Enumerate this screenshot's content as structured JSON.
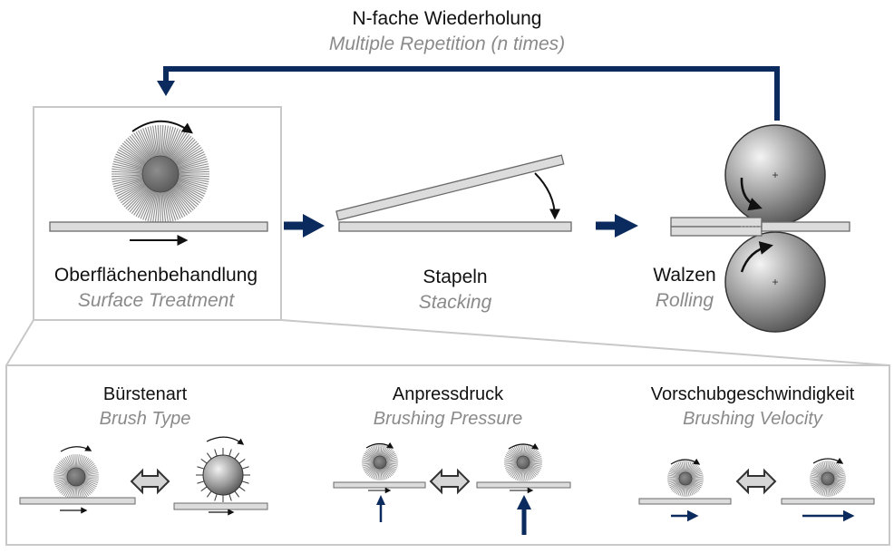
{
  "top": {
    "title_de": "N-fache Wiederholung",
    "title_en": "Multiple Repetition (n times)"
  },
  "steps": [
    {
      "de": "Oberflächenbehandlung",
      "en": "Surface Treatment"
    },
    {
      "de": "Stapeln",
      "en": "Stacking"
    },
    {
      "de": "Walzen",
      "en": "Rolling"
    }
  ],
  "params": [
    {
      "de": "Bürstenart",
      "en": "Brush Type"
    },
    {
      "de": "Anpressdruck",
      "en": "Brushing Pressure"
    },
    {
      "de": "Vorschubgeschwindigkeit",
      "en": "Brushing Velocity"
    }
  ],
  "colors": {
    "accent": "#0b2a5e",
    "frame": "#c8c8c8",
    "sheet_fill": "#dcdcdc",
    "sheet_stroke": "#6a6a6a"
  }
}
